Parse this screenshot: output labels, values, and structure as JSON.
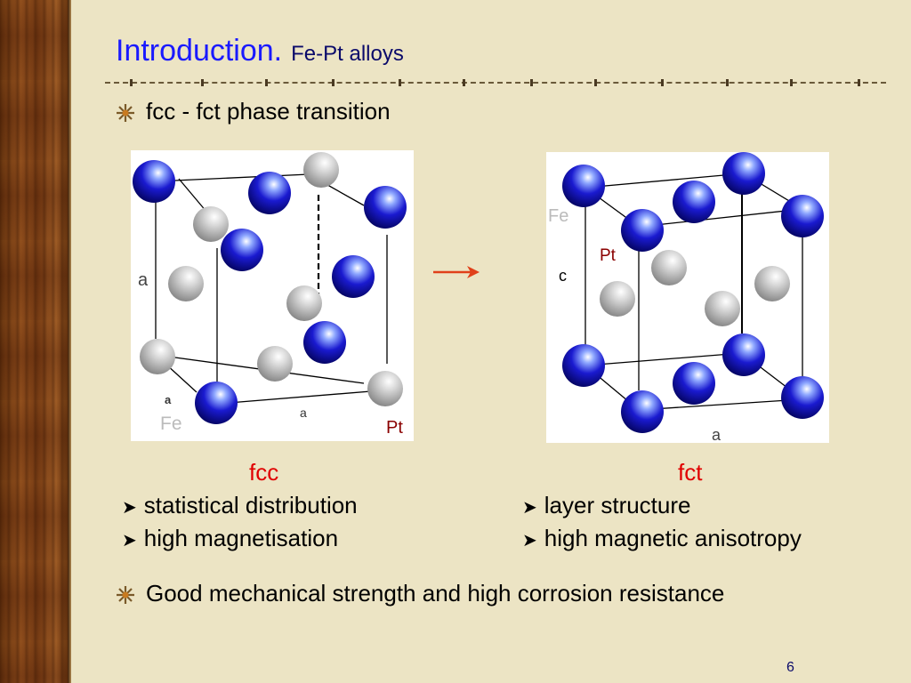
{
  "title": {
    "main": "Introduction",
    "dot": ".",
    "sub": "Fe-Pt alloys"
  },
  "bullets": {
    "first": "fcc - fct phase transition",
    "second": "Good mechanical strength and high corrosion resistance"
  },
  "fcc_diagram": {
    "atom_labels": {
      "fe": "Fe",
      "pt": "Pt"
    },
    "axis_labels": {
      "a_side": "a",
      "a_small": "a",
      "a_bottom": "a"
    }
  },
  "fct_diagram": {
    "atom_labels": {
      "fe": "Fe",
      "pt": "Pt"
    },
    "axis_labels": {
      "c": "c",
      "a_bottom": "a"
    }
  },
  "columns": {
    "fcc": {
      "label": "fcc",
      "items": [
        "statistical distribution",
        "high magnetisation"
      ]
    },
    "fct": {
      "label": "fct",
      "items": [
        "layer structure",
        "high magnetic anisotropy"
      ]
    }
  },
  "page_number": "6",
  "colors": {
    "title": "#1a1aff",
    "accent": "#e00000",
    "fe_atom": "#1a1ad0",
    "pt_atom": "#c8c8c8"
  },
  "icons": {
    "bullet": "starburst-icon",
    "arrow": "right-arrow-icon",
    "list_marker": "arrowhead-bullet-icon"
  }
}
